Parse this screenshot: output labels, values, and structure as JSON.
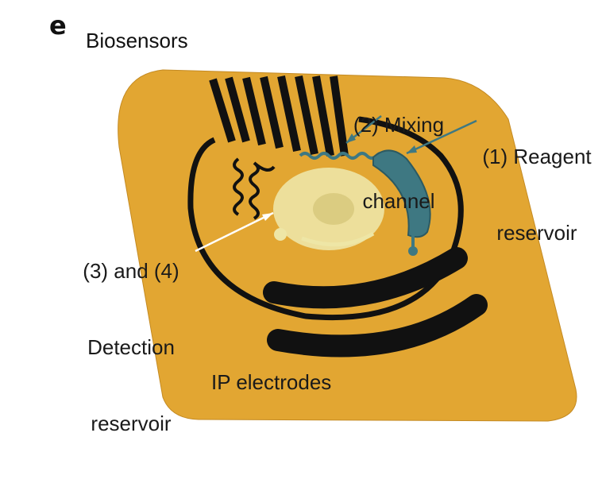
{
  "panel": {
    "letter": "e",
    "title": "Biosensors"
  },
  "labels": {
    "mixing_line1": "(2) Mixing",
    "mixing_line2": "channel",
    "reagent_line1": "(1) Reagent",
    "reagent_line2": "reservoir",
    "detection_line1": "(3) and (4)",
    "detection_line2": "Detection",
    "detection_line3": "reservoir",
    "ip": "IP electrodes"
  },
  "colors": {
    "substrate": "#E2A632",
    "electrode": "#111111",
    "reagent": "#3E7882",
    "detection": "#EEE6A6",
    "arrow": "#ffffff"
  }
}
